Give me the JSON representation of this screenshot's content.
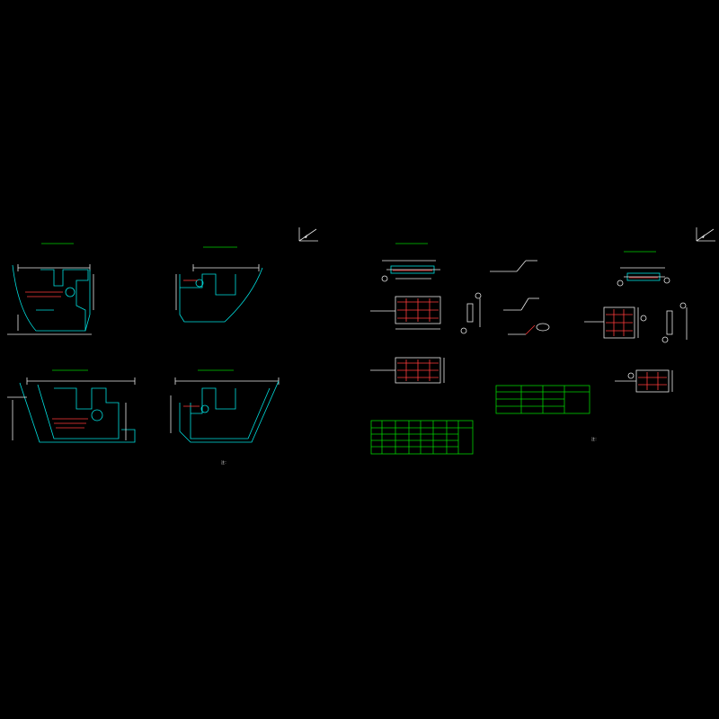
{
  "sheet_left": {
    "title": "",
    "code": "",
    "notes_heading": "注：",
    "notes": [
      "",
      ""
    ],
    "views": [
      {
        "title": "",
        "scale": ""
      },
      {
        "title": "",
        "scale": ""
      },
      {
        "title": "",
        "scale": ""
      },
      {
        "title": "",
        "scale": ""
      }
    ]
  },
  "sheet_right": {
    "title": "",
    "code": "",
    "notes_heading": "注：",
    "notes": [
      "",
      "",
      ""
    ],
    "views": [
      {
        "title": "",
        "scale": ""
      },
      {
        "title": "",
        "scale": ""
      }
    ],
    "table_small": {
      "title": "",
      "rows": 4,
      "cols": 8
    },
    "table_large": {
      "title": "",
      "rows": 3,
      "cols": 4
    }
  },
  "colors": {
    "background": "#000000",
    "outline": "#00e0e0",
    "dimension": "#e8e8e8",
    "rebar": "#ff3b3b",
    "title_underline": "#00d000",
    "text": "#d08040"
  }
}
